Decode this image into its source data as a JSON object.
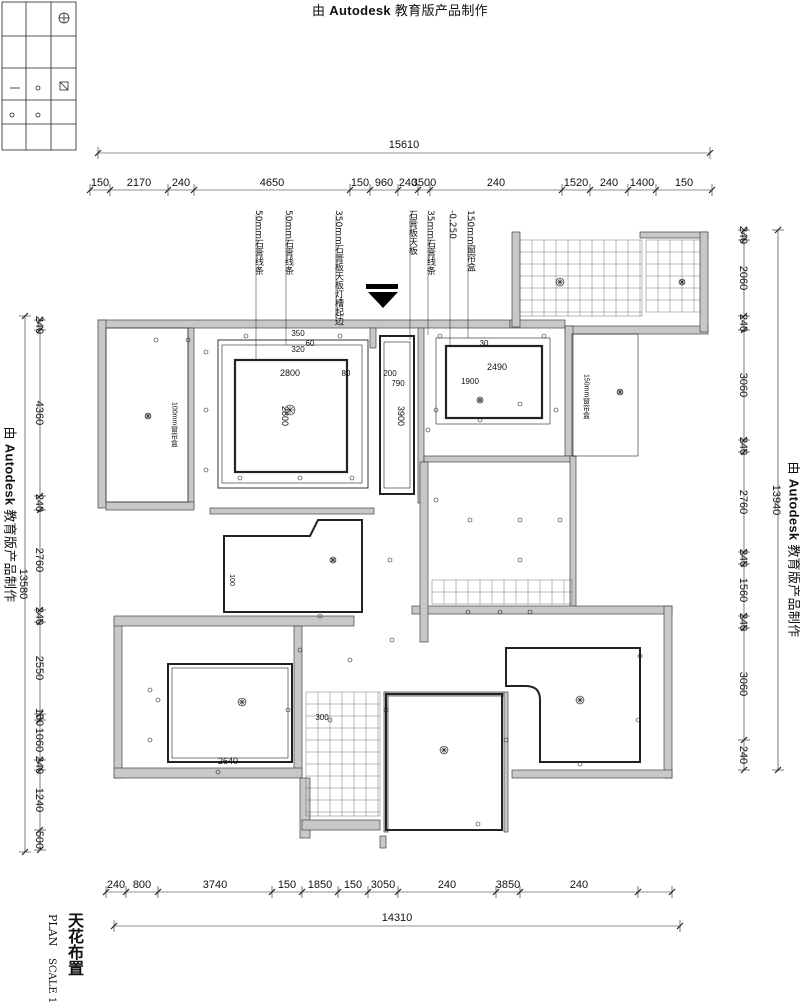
{
  "watermark": {
    "prefix": "由",
    "brand": "Autodesk",
    "suffix": "教育版产品制作"
  },
  "title_block": {
    "title": "天花布置",
    "plan": "PLAN",
    "scale": "SCALE 1"
  },
  "top_dims": {
    "overall": "15610",
    "segments": [
      "150",
      "2170",
      "240",
      "4650",
      "150",
      "960",
      "240",
      "3500",
      "240",
      "1520",
      "240",
      "1400",
      "150"
    ]
  },
  "bottom_dims": {
    "overall": "14310",
    "segments": [
      "240",
      "800",
      "3740",
      "150",
      "1850",
      "150",
      "3050",
      "240",
      "3850",
      "240"
    ]
  },
  "left_dims": {
    "overall": "13580",
    "segments": [
      "240",
      "4360",
      "240",
      "2760",
      "240",
      "2550",
      "150",
      "1060",
      "240",
      "1240",
      "500"
    ]
  },
  "right_dims": {
    "overall": "13940",
    "segments": [
      "240",
      "2060",
      "240",
      "3060",
      "240",
      "2760",
      "240",
      "1560",
      "240",
      "3060",
      "240"
    ]
  },
  "room_dims": [
    "2800",
    "2800",
    "2490",
    "3900",
    "2640",
    "350",
    "320",
    "200",
    "790",
    "1900",
    "100",
    "300",
    "80",
    "30",
    "60"
  ],
  "notes": [
    "50mm石膏线条",
    "50mm石膏线条",
    "350mm石膏板天板灯槽起边",
    "石膏板天板",
    "35mm石膏线条",
    "-0.250",
    "150mm窗帘盒",
    "100mm窗帘盒"
  ]
}
